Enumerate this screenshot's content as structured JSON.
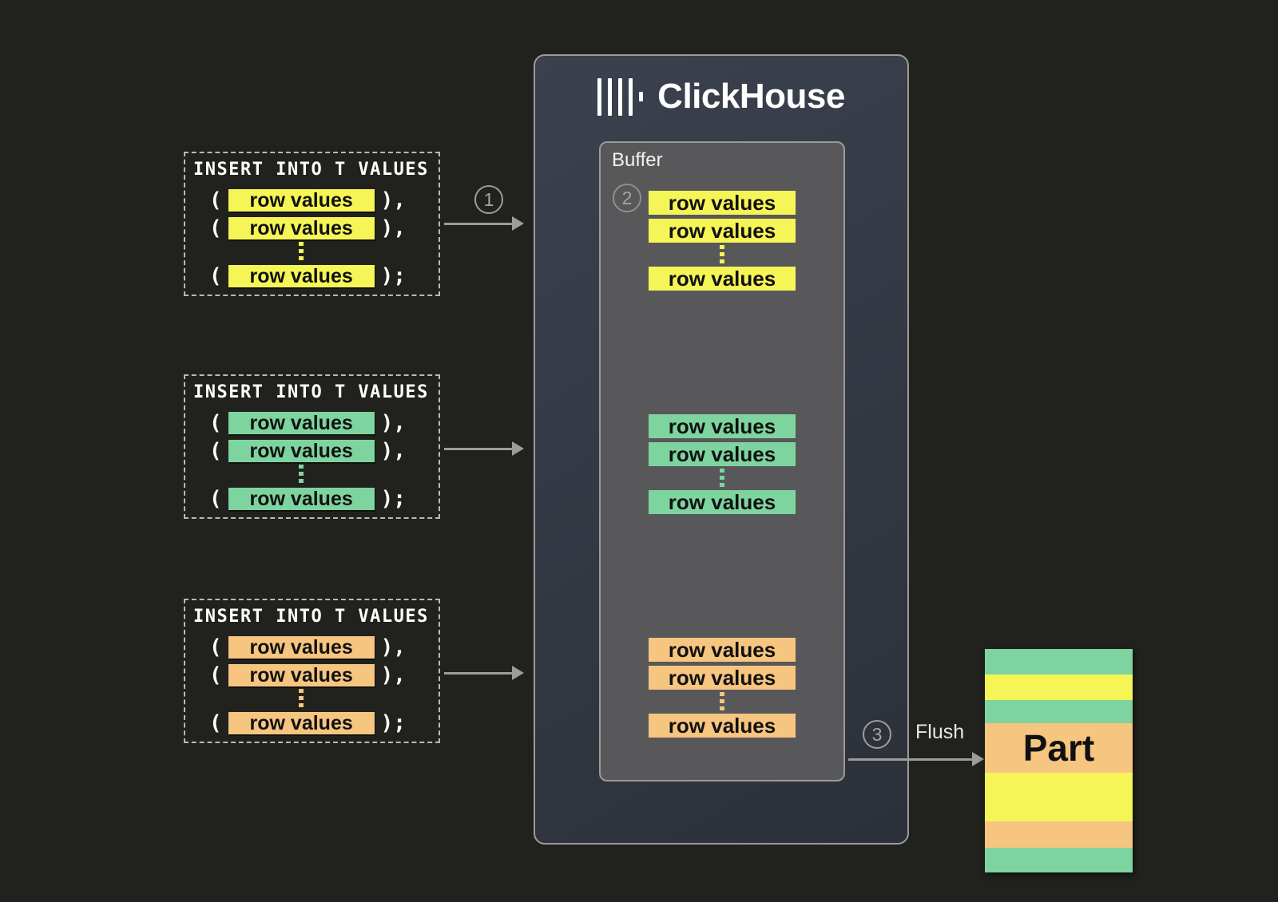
{
  "palette": {
    "yellow": "#f5f557",
    "green": "#7ed49e",
    "orange": "#f6c57f",
    "panel_bg": "#343a45",
    "panel_border": "#9b9b9b",
    "buffer_bg": "#58585a",
    "buffer_border": "#9a9a9a",
    "page_bg": "#21221d",
    "arrow": "#9c9c9c"
  },
  "clickhouse": {
    "title": "ClickHouse",
    "buffer_label": "Buffer"
  },
  "syntax": {
    "statement": "INSERT INTO T VALUES",
    "open": "(",
    "sep": "),",
    "end": ");"
  },
  "inserts": [
    {
      "title": "INSERT INTO T VALUES",
      "color": "yellow",
      "rows": [
        "row values",
        "row values",
        "row values"
      ]
    },
    {
      "title": "INSERT INTO T VALUES",
      "color": "green",
      "rows": [
        "row values",
        "row values",
        "row values"
      ]
    },
    {
      "title": "INSERT INTO T VALUES",
      "color": "orange",
      "rows": [
        "row values",
        "row values",
        "row values"
      ]
    }
  ],
  "buffer_groups": [
    {
      "color": "yellow",
      "rows": [
        "row values",
        "row values",
        "row values"
      ]
    },
    {
      "color": "green",
      "rows": [
        "row values",
        "row values",
        "row values"
      ]
    },
    {
      "color": "orange",
      "rows": [
        "row values",
        "row values",
        "row values"
      ]
    }
  ],
  "steps": {
    "step1": "1",
    "step2": "2",
    "step3": "3"
  },
  "flush_label": "Flush",
  "part": {
    "label": "Part",
    "stripes": [
      {
        "color": "green",
        "height": 32
      },
      {
        "color": "yellow",
        "height": 32
      },
      {
        "color": "green",
        "height": 29
      },
      {
        "color": "orange",
        "height": 62,
        "label": "Part"
      },
      {
        "color": "yellow",
        "height": 61
      },
      {
        "color": "orange",
        "height": 33
      },
      {
        "color": "green",
        "height": 31
      }
    ]
  }
}
